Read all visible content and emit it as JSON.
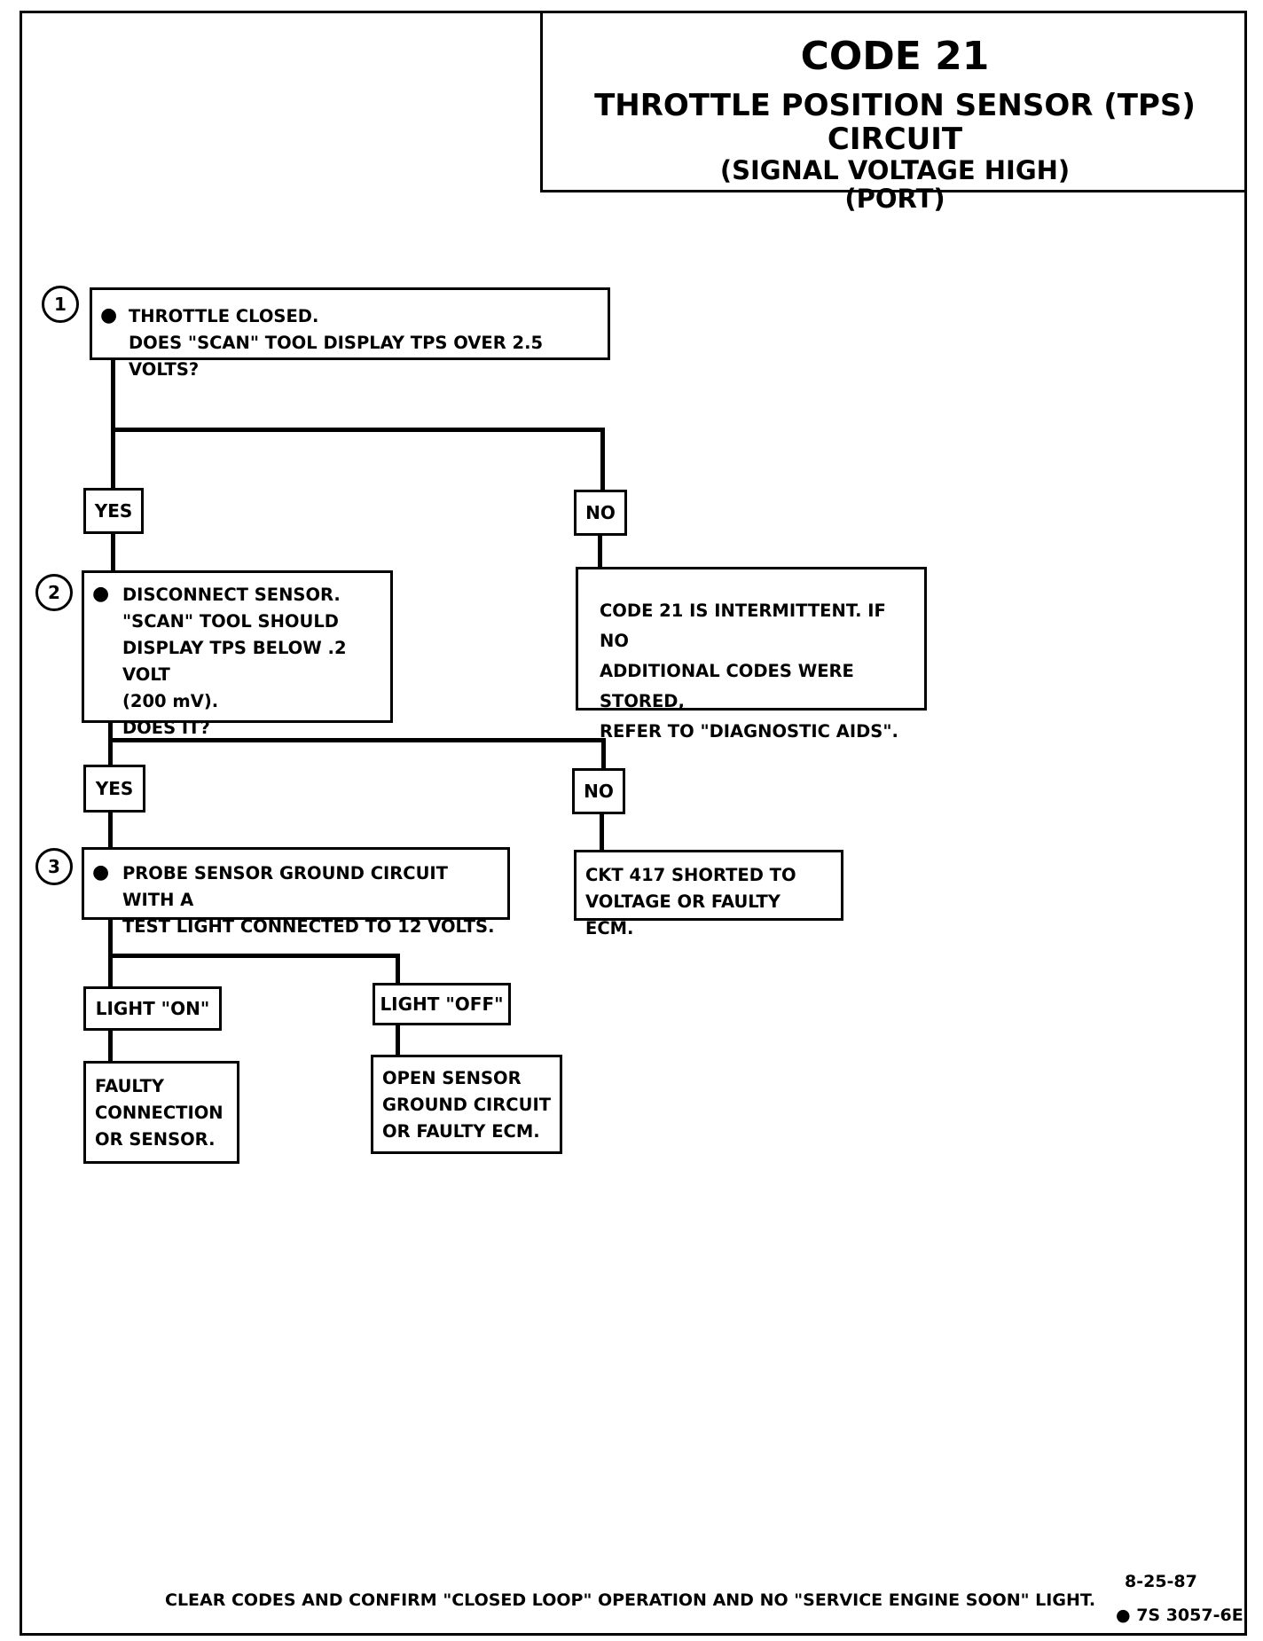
{
  "title": {
    "code": "CODE 21",
    "line1": "THROTTLE POSITION SENSOR (TPS) CIRCUIT",
    "line2": "(SIGNAL VOLTAGE HIGH)",
    "line3": "(PORT)"
  },
  "steps": [
    {
      "number": "1",
      "bullet": "●",
      "lines": [
        "THROTTLE CLOSED.",
        "DOES \"SCAN\" TOOL DISPLAY TPS OVER 2.5 VOLTS?"
      ]
    },
    {
      "number": "2",
      "bullet": "●",
      "lines": [
        "DISCONNECT SENSOR.",
        "\"SCAN\" TOOL SHOULD",
        "DISPLAY TPS BELOW .2 VOLT",
        "(200 mV).",
        "DOES IT?"
      ]
    },
    {
      "number": "3",
      "bullet": "●",
      "lines": [
        "PROBE SENSOR GROUND CIRCUIT WITH A",
        "TEST LIGHT CONNECTED TO 12 VOLTS."
      ]
    }
  ],
  "branches": {
    "yes1": "YES",
    "no1": "NO",
    "yes2": "YES",
    "no2": "NO",
    "light_on": "LIGHT \"ON\"",
    "light_off": "LIGHT \"OFF\""
  },
  "outcomes": {
    "intermittent": [
      "CODE 21 IS INTERMITTENT.  IF NO",
      "ADDITIONAL CODES WERE STORED,",
      "REFER TO  \"DIAGNOSTIC AIDS\"."
    ],
    "ckt417": [
      "CKT 417 SHORTED TO",
      "VOLTAGE OR FAULTY ECM."
    ],
    "faulty_connection": [
      "FAULTY",
      "CONNECTION",
      "OR  SENSOR."
    ],
    "open_sensor": [
      "OPEN SENSOR",
      "GROUND CIRCUIT",
      "OR FAULTY ECM."
    ]
  },
  "footer": {
    "instruction": "CLEAR CODES AND CONFIRM \"CLOSED LOOP\"  OPERATION AND NO \"SERVICE ENGINE SOON\" LIGHT.",
    "date": "8-25-87",
    "ref": "● 7S 3057-6E"
  }
}
